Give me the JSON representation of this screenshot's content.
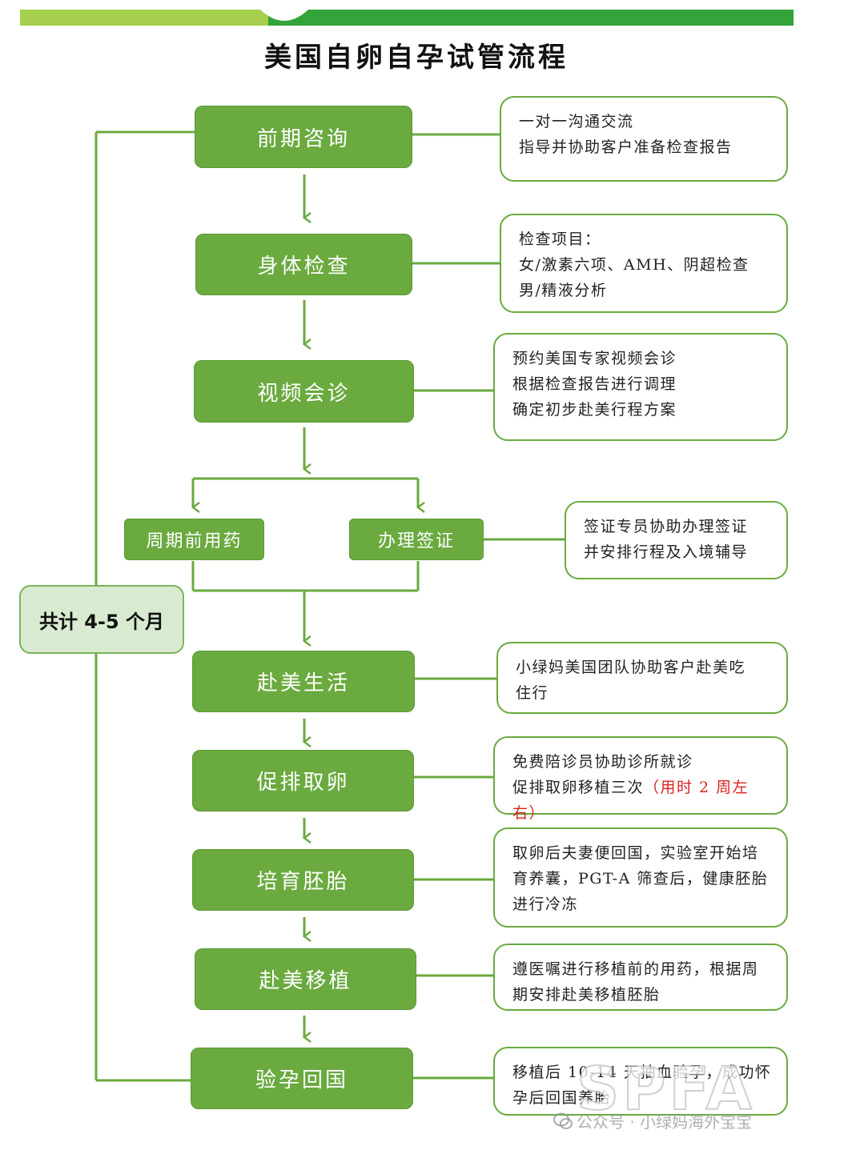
{
  "title": "美国自卵自孕试管流程",
  "colors": {
    "green": "#6aaa3f",
    "line": "#6aaa3f",
    "red": "#d9231d",
    "total_bg": "#d8ead0"
  },
  "steps": {
    "s1": "前期咨询",
    "s2": "身体检查",
    "s3": "视频会诊",
    "s4a": "周期前用药",
    "s4b": "办理签证",
    "s5": "赴美生活",
    "s6": "促排取卵",
    "s7": "培育胚胎",
    "s8": "赴美移植",
    "s9": "验孕回国"
  },
  "notes": {
    "n1": [
      "一对一沟通交流",
      "指导并协助客户准备检查报告"
    ],
    "n2": [
      "检查项目：",
      "女/激素六项、AMH、阴超检查",
      "男/精液分析"
    ],
    "n3": [
      "预约美国专家视频会诊",
      "根据检查报告进行调理",
      "确定初步赴美行程方案"
    ],
    "n4": [
      "签证专员协助办理签证",
      "并安排行程及入境辅导"
    ],
    "n5": [
      "小绿妈美国团队协助客户赴美吃",
      "住行"
    ],
    "n6": {
      "line1": "免费陪诊员协助诊所就诊",
      "line2": "促排取卵移植三次",
      "line2_red": "（用时 2 周左右）"
    },
    "n7": [
      "取卵后夫妻便回国，实验室开始培",
      "育养囊，PGT-A 筛查后，健康胚胎",
      "进行冷冻"
    ],
    "n8": [
      "遵医嘱进行移植前的用药，根据周",
      "期安排赴美移植胚胎"
    ],
    "n9": [
      "移植后 10-14 天抽血验孕，成功怀",
      "孕后回国养胎"
    ]
  },
  "total": "共计 4-5 个月",
  "watermark": {
    "big": "SPFA",
    "small": "公众号 · 小绿妈海外宝宝"
  }
}
